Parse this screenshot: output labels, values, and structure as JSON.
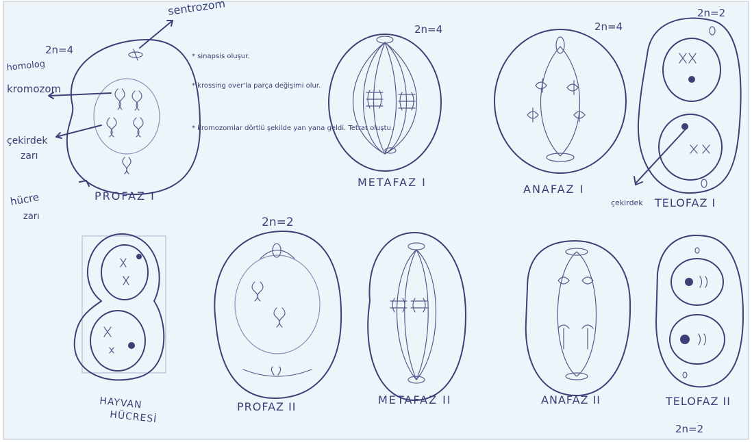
{
  "labels": {
    "sentrozom": "sentrozom",
    "profaz1_ploidy": "2n=4",
    "homolog": "homolog",
    "kromozom": "kromozom",
    "cekirdek": "çekirdek",
    "zari": "zarı",
    "hucre": "hücre",
    "hucre_zari": "zarı",
    "profaz1": "PROFAZ I",
    "notes": [
      "* sinapsis oluşur.",
      "* krossing over'la parça değişimi olur.",
      "* kromozomlar dörtlü şekilde yan yana geldi. Tetrat oluştu."
    ],
    "metafaz1_ploidy": "2n=4",
    "metafaz1": "METAFAZ I",
    "anafaz1_ploidy": "2n=4",
    "anafaz1": "ANAFAZ I",
    "telofaz1_ploidy": "2n=2",
    "cekirdek_telofaz": "çekirdek",
    "telofaz1": "TELOFAZ I",
    "hayvan": "HAYVAN",
    "hucresi": "HÜCRESİ",
    "profaz2_ploidy": "2n=2",
    "profaz2": "PROFAZ II",
    "metafaz2": "METAFAZ II",
    "anafaz2": "ANAFAZ II",
    "telofaz2": "TELOFAZ II",
    "telofaz2_ploidy": "2n=2"
  }
}
